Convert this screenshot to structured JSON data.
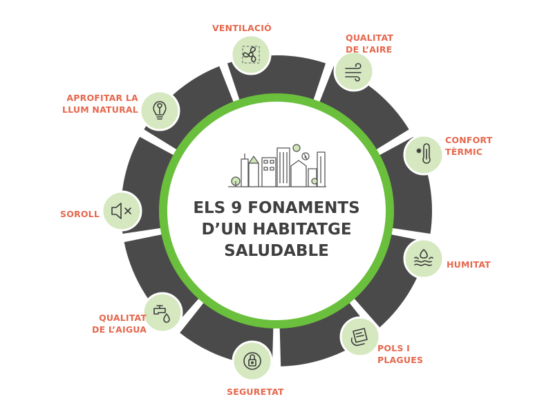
{
  "title": {
    "line1": "ELS 9 FONAMENTS",
    "line2": "D’UN HABITATGE",
    "line3": "SALUDABLE"
  },
  "colors": {
    "ring_dark": "#4a4a4a",
    "ring_green": "#6abf3c",
    "badge_fill": "#d5e8c0",
    "icon_stroke": "#3a3a3a",
    "label_text": "#e5674d",
    "title_text": "#3f3f3f"
  },
  "items": [
    {
      "lines": [
        "VENTILACIÓ"
      ],
      "icon": "fan-icon"
    },
    {
      "lines": [
        "QUALITAT",
        "DE L’AIRE"
      ],
      "icon": "wind-icon"
    },
    {
      "lines": [
        "CONFORT",
        "TÈRMIC"
      ],
      "icon": "thermometer-icon"
    },
    {
      "lines": [
        "HUMITAT"
      ],
      "icon": "humidity-icon"
    },
    {
      "lines": [
        "POLS I",
        "PLAGUES"
      ],
      "icon": "cleaning-hand-icon"
    },
    {
      "lines": [
        "SEGURETAT"
      ],
      "icon": "lock-icon"
    },
    {
      "lines": [
        "QUALITAT",
        "DE L’AIGUA"
      ],
      "icon": "water-tap-icon"
    },
    {
      "lines": [
        "SOROLL"
      ],
      "icon": "speaker-mute-icon"
    },
    {
      "lines": [
        "APROFITAR LA",
        "LLUM NATURAL"
      ],
      "icon": "light-bulb-icon"
    }
  ]
}
